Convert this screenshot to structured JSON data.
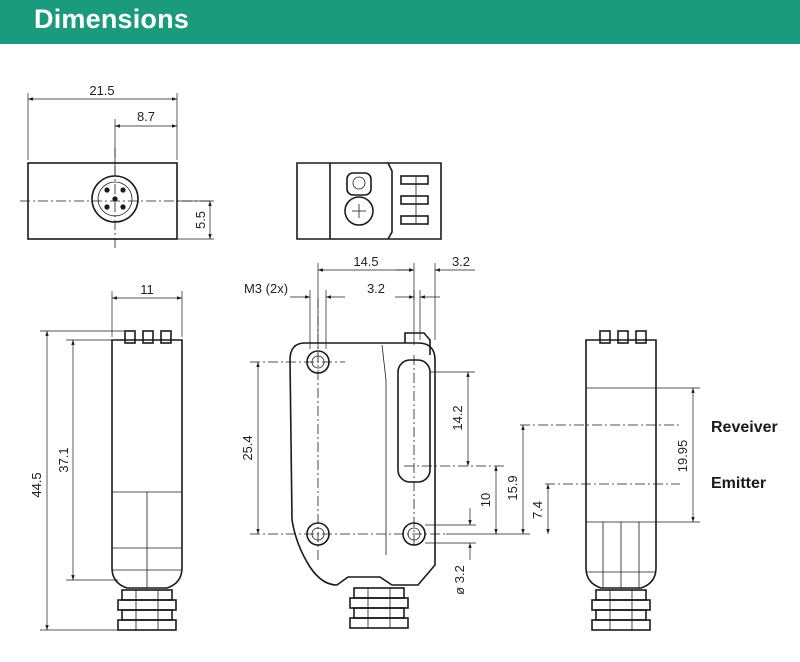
{
  "header": {
    "title": "Dimensions",
    "bg_color": "#1c9a7e",
    "text_color": "#ffffff"
  },
  "dimensions": {
    "top_width": "21.5",
    "top_connector_offset": "8.7",
    "top_height": "5.5",
    "side_width": "11",
    "total_height": "44.5",
    "body_height": "37.1",
    "mount_distance": "25.4",
    "hole_spacing_h": "14.5",
    "edge_offset_right": "3.2",
    "thread": "M3 (2x)",
    "hole_offset": "3.2",
    "receiver_height": "14.2",
    "optical_axis_10": "10",
    "optical_axis_15_9": "15.9",
    "emitter_height": "7.4",
    "hole_diameter": "ø 3.2",
    "window_height": "19.95"
  },
  "labels": {
    "receiver": "Reveiver",
    "emitter": "Emitter"
  }
}
